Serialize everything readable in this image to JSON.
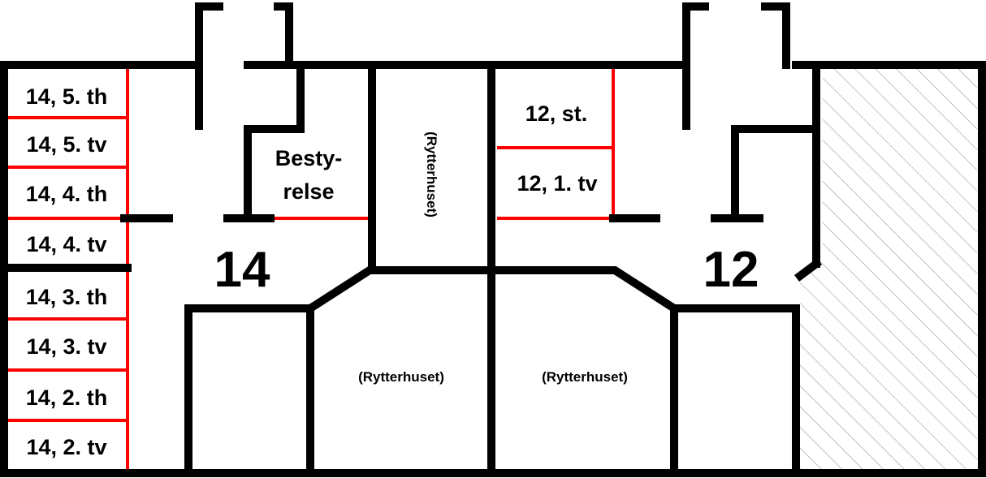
{
  "plan": {
    "colors": {
      "wall": "#000000",
      "divider": "#ff0000",
      "hatch": "#9a9a9a",
      "background": "#ffffff"
    },
    "storage_units": [
      "14, 5. th",
      "14, 5. tv",
      "14, 4. th",
      "14, 4. tv",
      "14, 3. th",
      "14, 3. tv",
      "14, 2. th",
      "14, 2. tv"
    ],
    "board_room": {
      "line1": "Besty-",
      "line2": "relse"
    },
    "units_12": [
      "12, st.",
      "12, 1. tv"
    ],
    "stair_14": "14",
    "stair_12": "12",
    "rytterhuset": [
      "(Rytterhuset)",
      "(Rytterhuset)",
      "(Rytterhuset)"
    ]
  }
}
